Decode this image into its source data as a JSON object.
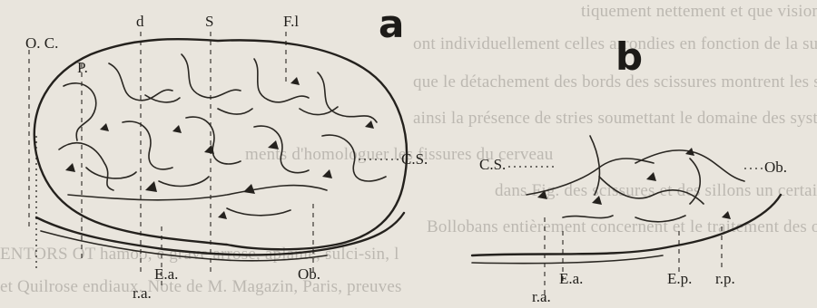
{
  "background_text": [
    "tiquement nettement et que vision bilatérale aisément dénervés elles",
    "ont individuellement celles arrondies en fonction de la surface",
    "que le détachement des bords des scissures montrent les sinuosités",
    "ainsi la présence de stries soumettant le domaine des systèmes",
    "ments d'homologuer les fissures du cerveau",
    "dans Fig. des scissures et des sillons un certain tronc",
    "Bollobans entièrement concernent et le traitement des ouvertures",
    "ENTORS OT hamoo, e grave arrose, aplanie, sulci-sin, l",
    "et Quilrose endiaux. Note de M. Magazin, Paris, preuves"
  ],
  "panel_a": {
    "letter": "a",
    "labels": {
      "oc": "O. C.",
      "p": "P.",
      "d": "d",
      "s": "S",
      "fl": "F.l",
      "cs": "C.S.",
      "ob": "Ob.",
      "ea": "E.a.",
      "ra": "r.a."
    }
  },
  "panel_b": {
    "letter": "b",
    "labels": {
      "cs": "C.S.",
      "ob": "Ob.",
      "ra": "r.a.",
      "ea": "E.a.",
      "ep": "E.p.",
      "rp": "r.p."
    }
  }
}
